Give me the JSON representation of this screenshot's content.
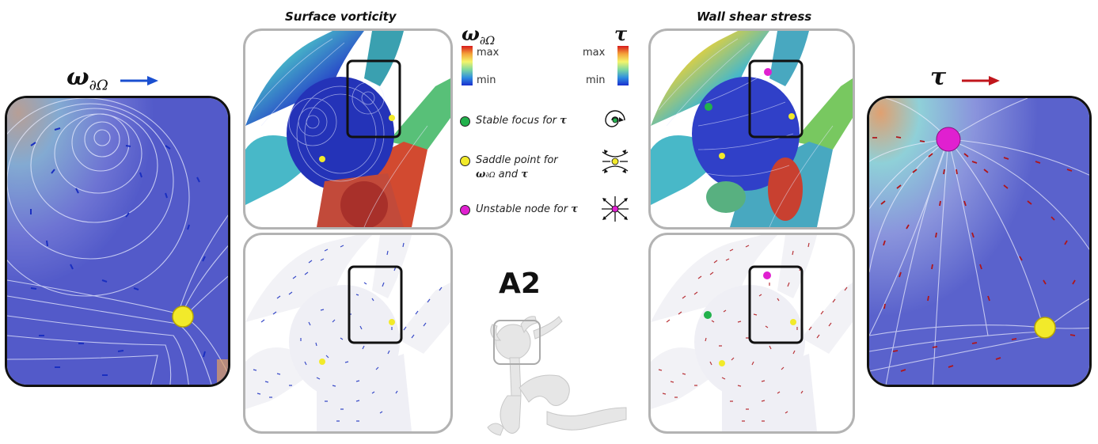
{
  "titles": {
    "left": "Surface vorticity",
    "right": "Wall shear stress"
  },
  "symbols": {
    "omega": "ω",
    "omega_sub": "∂Ω",
    "tau": "τ"
  },
  "colorbars": {
    "max_label": "max",
    "min_label": "min"
  },
  "legend": {
    "items": [
      {
        "text": "Stable focus for",
        "symbol": "τ",
        "color": "#22b14c"
      },
      {
        "text": "Saddle point for",
        "text2": "and",
        "symbol": "τ",
        "color": "#f2ea2a"
      },
      {
        "text": "Unstable node for",
        "symbol": "τ",
        "color": "#e020d0"
      }
    ]
  },
  "case_label": "A2",
  "colors": {
    "vorticity_arrow": "#1a2fc0",
    "wss_arrow": "#c0161c",
    "saddle": "#f2ea2a",
    "focus": "#22b14c",
    "node": "#e020d0",
    "panel_border": "#b3b3b3"
  }
}
